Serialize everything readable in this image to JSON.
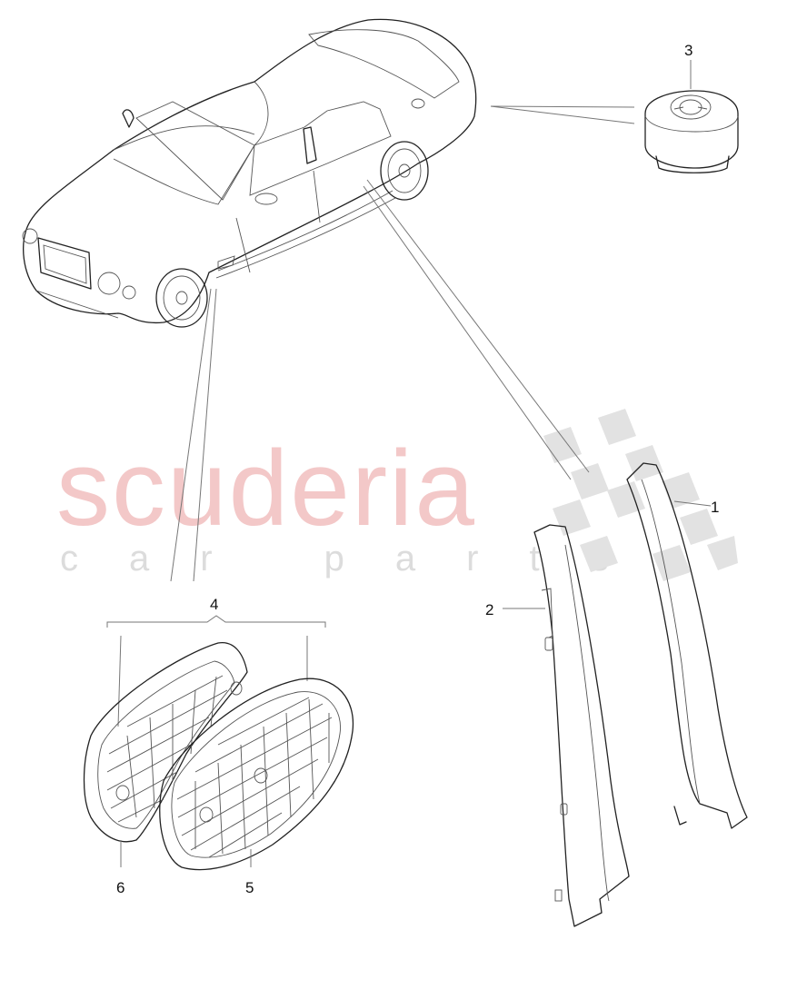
{
  "watermark": {
    "main": "scuderia",
    "sub": "car parts"
  },
  "callouts": [
    {
      "id": "1",
      "label": "1"
    },
    {
      "id": "2",
      "label": "2"
    },
    {
      "id": "3",
      "label": "3"
    },
    {
      "id": "4",
      "label": "4"
    },
    {
      "id": "5",
      "label": "5"
    },
    {
      "id": "6",
      "label": "6"
    }
  ],
  "colors": {
    "line": "#222222",
    "watermark_red": "#f3c8c8",
    "watermark_gray": "#dcdcdc",
    "checker": "#e2e2e2"
  }
}
